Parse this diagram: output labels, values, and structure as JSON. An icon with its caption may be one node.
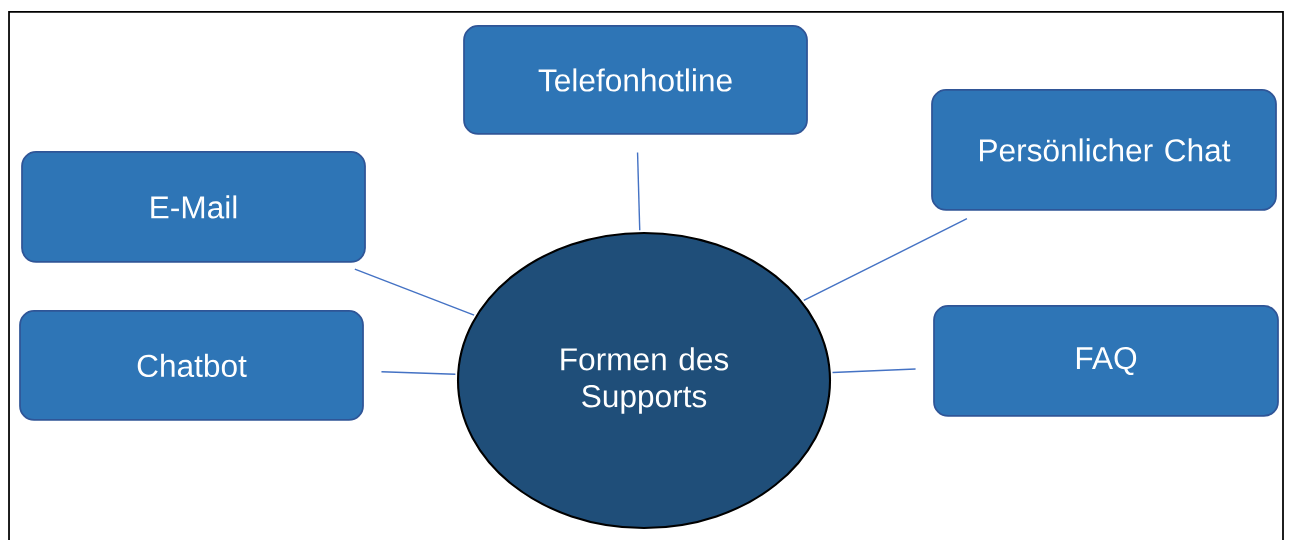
{
  "diagram": {
    "nodes": [
      {
        "text": [
          "Formen des Supports"
        ]
      },
      {
        "text": [
          "Telefonhotline"
        ]
      },
      {
        "text": [
          "Persönlicher Chat"
        ]
      },
      {
        "text": [
          "E-Mail"
        ]
      },
      {
        "text": [
          "Chatbot"
        ]
      },
      {
        "text": [
          "FAQ"
        ]
      }
    ],
    "edges": [
      {
        "from": 0,
        "to": 1,
        "arrow": "none"
      },
      {
        "from": 0,
        "to": 2,
        "arrow": "none"
      },
      {
        "from": 0,
        "to": 3,
        "arrow": "none"
      },
      {
        "from": 0,
        "to": 4,
        "arrow": "none"
      },
      {
        "from": 0,
        "to": 5,
        "arrow": "none"
      }
    ]
  }
}
